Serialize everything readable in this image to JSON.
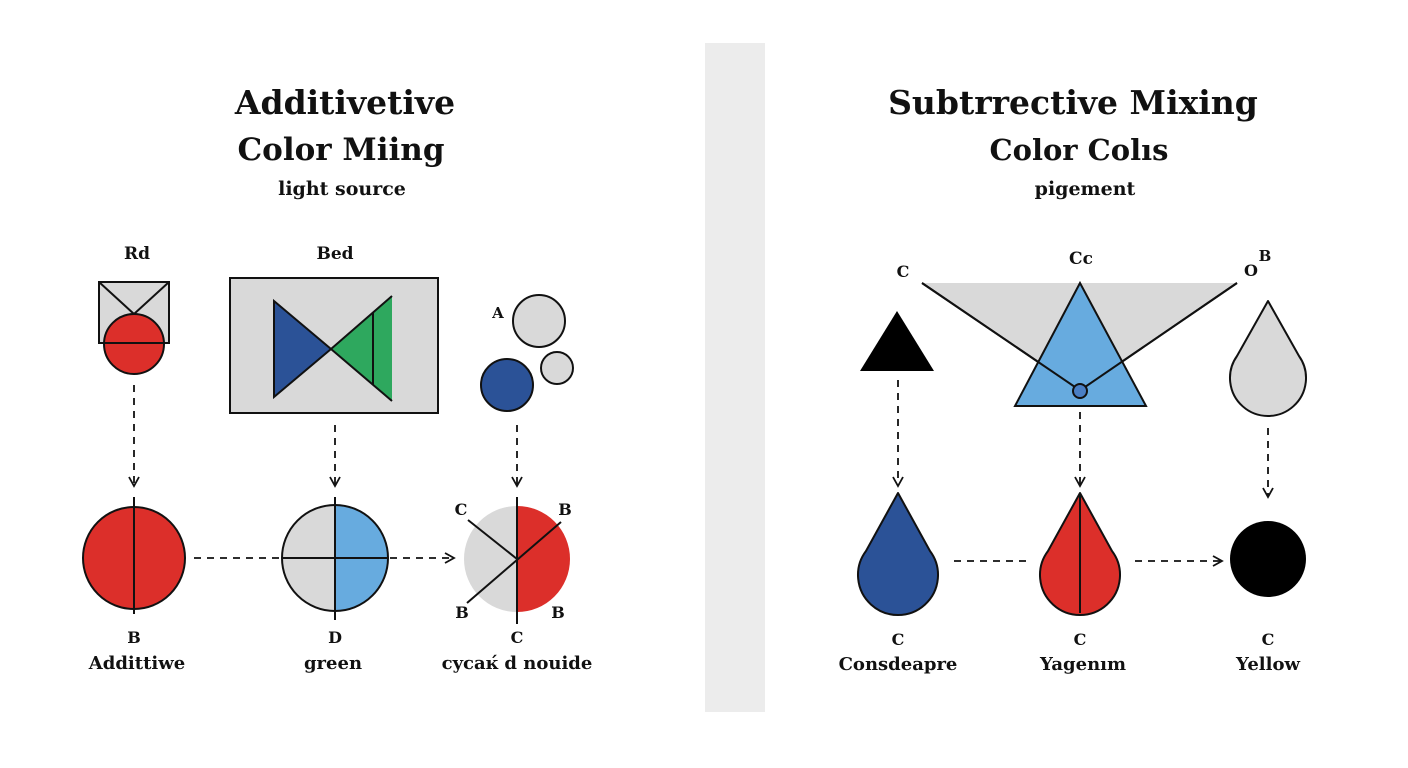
{
  "colors": {
    "red": "#dc2f2a",
    "navy": "#2b5297",
    "green": "#2ea85e",
    "light_blue": "#67abdf",
    "gray": "#d9d9d9",
    "black": "#000000",
    "divider": "#ececec"
  },
  "additive": {
    "title_line1": "Additivetive",
    "title_line2": "Color Miing",
    "subtitle": "light source",
    "top_labels": {
      "left": "Rd",
      "middle": "Bed",
      "right": "A"
    },
    "bottom_items": [
      {
        "letter": "B",
        "caption": "Addittiwe"
      },
      {
        "letter": "D",
        "caption": "green"
      },
      {
        "letter": "C",
        "caption": "cycaĸ́ d nouide"
      }
    ],
    "mix_circle_labels": {
      "top_left": "C",
      "top_right": "B",
      "bottom_left": "B",
      "bottom_right": "B"
    }
  },
  "subtractive": {
    "title_line1": "Subtrrective Mixing",
    "title_line2": "Color Colıs",
    "subtitle": "pigement",
    "top_labels": {
      "left": "C",
      "middle": "Cc",
      "right_main": "O",
      "right_sup": "B"
    },
    "bottom_items": [
      {
        "letter": "C",
        "caption": "Consdeapre"
      },
      {
        "letter": "C",
        "caption": "Yagenım"
      },
      {
        "letter": "C",
        "caption": "Yellow"
      }
    ]
  }
}
